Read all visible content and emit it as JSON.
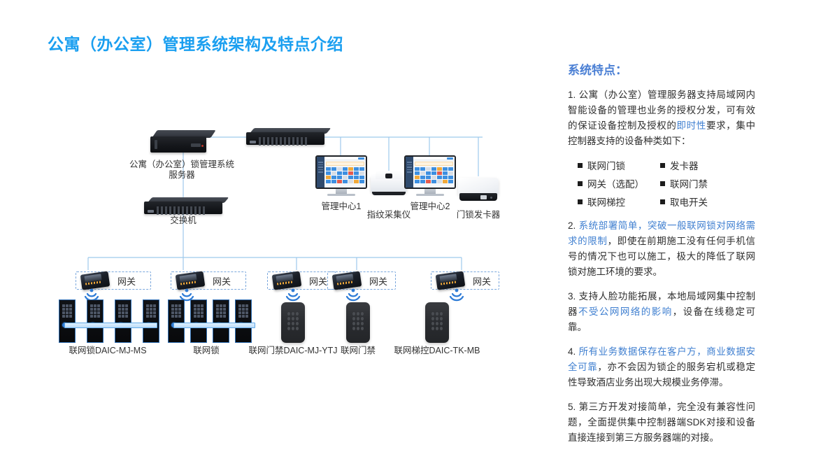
{
  "page": {
    "title": "公寓（办公室）管理系统架构及特点介绍",
    "title_color": "#1a9ff0"
  },
  "diagram": {
    "nodes": {
      "server": {
        "label": "公寓（办公室）锁管理系统\n服务器",
        "label_line1": "公寓（办公室）锁管理系统",
        "label_line2": "服务器"
      },
      "top_switch": {
        "label": ""
      },
      "switch": {
        "label": "交换机"
      },
      "monitor1": {
        "label": "管理中心1"
      },
      "monitor2": {
        "label": "管理中心2"
      },
      "fingerprint": {
        "label": "指纹采集仪"
      },
      "card_issuer": {
        "label": "门锁发卡器"
      }
    },
    "gateways": [
      {
        "label": "网关"
      },
      {
        "label": "网关"
      },
      {
        "label": "网关"
      },
      {
        "label": "网关"
      },
      {
        "label": "网关"
      }
    ],
    "devices": [
      {
        "label": "联网锁DAIC-MJ-MS",
        "type": "lock-group"
      },
      {
        "label": "联网锁",
        "type": "lock-group"
      },
      {
        "label": "联网门禁DAIC-MJ-YTJ",
        "type": "pad"
      },
      {
        "label": "联网门禁",
        "type": "pad"
      },
      {
        "label": "联网梯控DAIC-TK-MB",
        "type": "pad"
      }
    ],
    "line_color": "#9ec9ec"
  },
  "panel": {
    "title": "系统特点：",
    "accent_color": "#3f7fd0",
    "items": [
      {
        "num": "1.",
        "segments": [
          {
            "text": "公寓（办公室）管理服务器支持局域网内智能设备的管理也业务的授权分发，可有效的保证设备控制及授权的",
            "hl": false
          },
          {
            "text": "即时性",
            "hl": true
          },
          {
            "text": "要求，集中控制器支持的设备种类如下：",
            "hl": false
          }
        ]
      },
      {
        "num": "2.",
        "segments": [
          {
            "text": "系统部署简单，突破一般联网锁对网络需求的限制",
            "hl": true
          },
          {
            "text": "，即使在前期施工没有任何手机信号的情况下也可以施工，极大的降低了联网锁对施工环境的要求。",
            "hl": false
          }
        ]
      },
      {
        "num": "3.",
        "segments": [
          {
            "text": "支持人脸功能拓展，本地局域网集中控制器",
            "hl": false
          },
          {
            "text": "不受公网网络的影响",
            "hl": true
          },
          {
            "text": "，设备在线稳定可靠。",
            "hl": false
          }
        ]
      },
      {
        "num": "4.",
        "segments": [
          {
            "text": "所有业务数据保存在客户方，商业数据安全可靠",
            "hl": true
          },
          {
            "text": "，亦不会因为锁企的服务宕机或稳定性导致酒店业务出现大规模业务停滞。",
            "hl": false
          }
        ]
      },
      {
        "num": "5.",
        "segments": [
          {
            "text": "第三方开发对接简单，完全没有兼容性问题，全面提供集中控制器端SDK对接和设备直接连接到第三方服务器端的对接。",
            "hl": false
          }
        ]
      }
    ],
    "device_types": [
      "联网门锁",
      "发卡器",
      "网关（选配）",
      "联网门禁",
      "联网梯控",
      "取电开关"
    ]
  }
}
